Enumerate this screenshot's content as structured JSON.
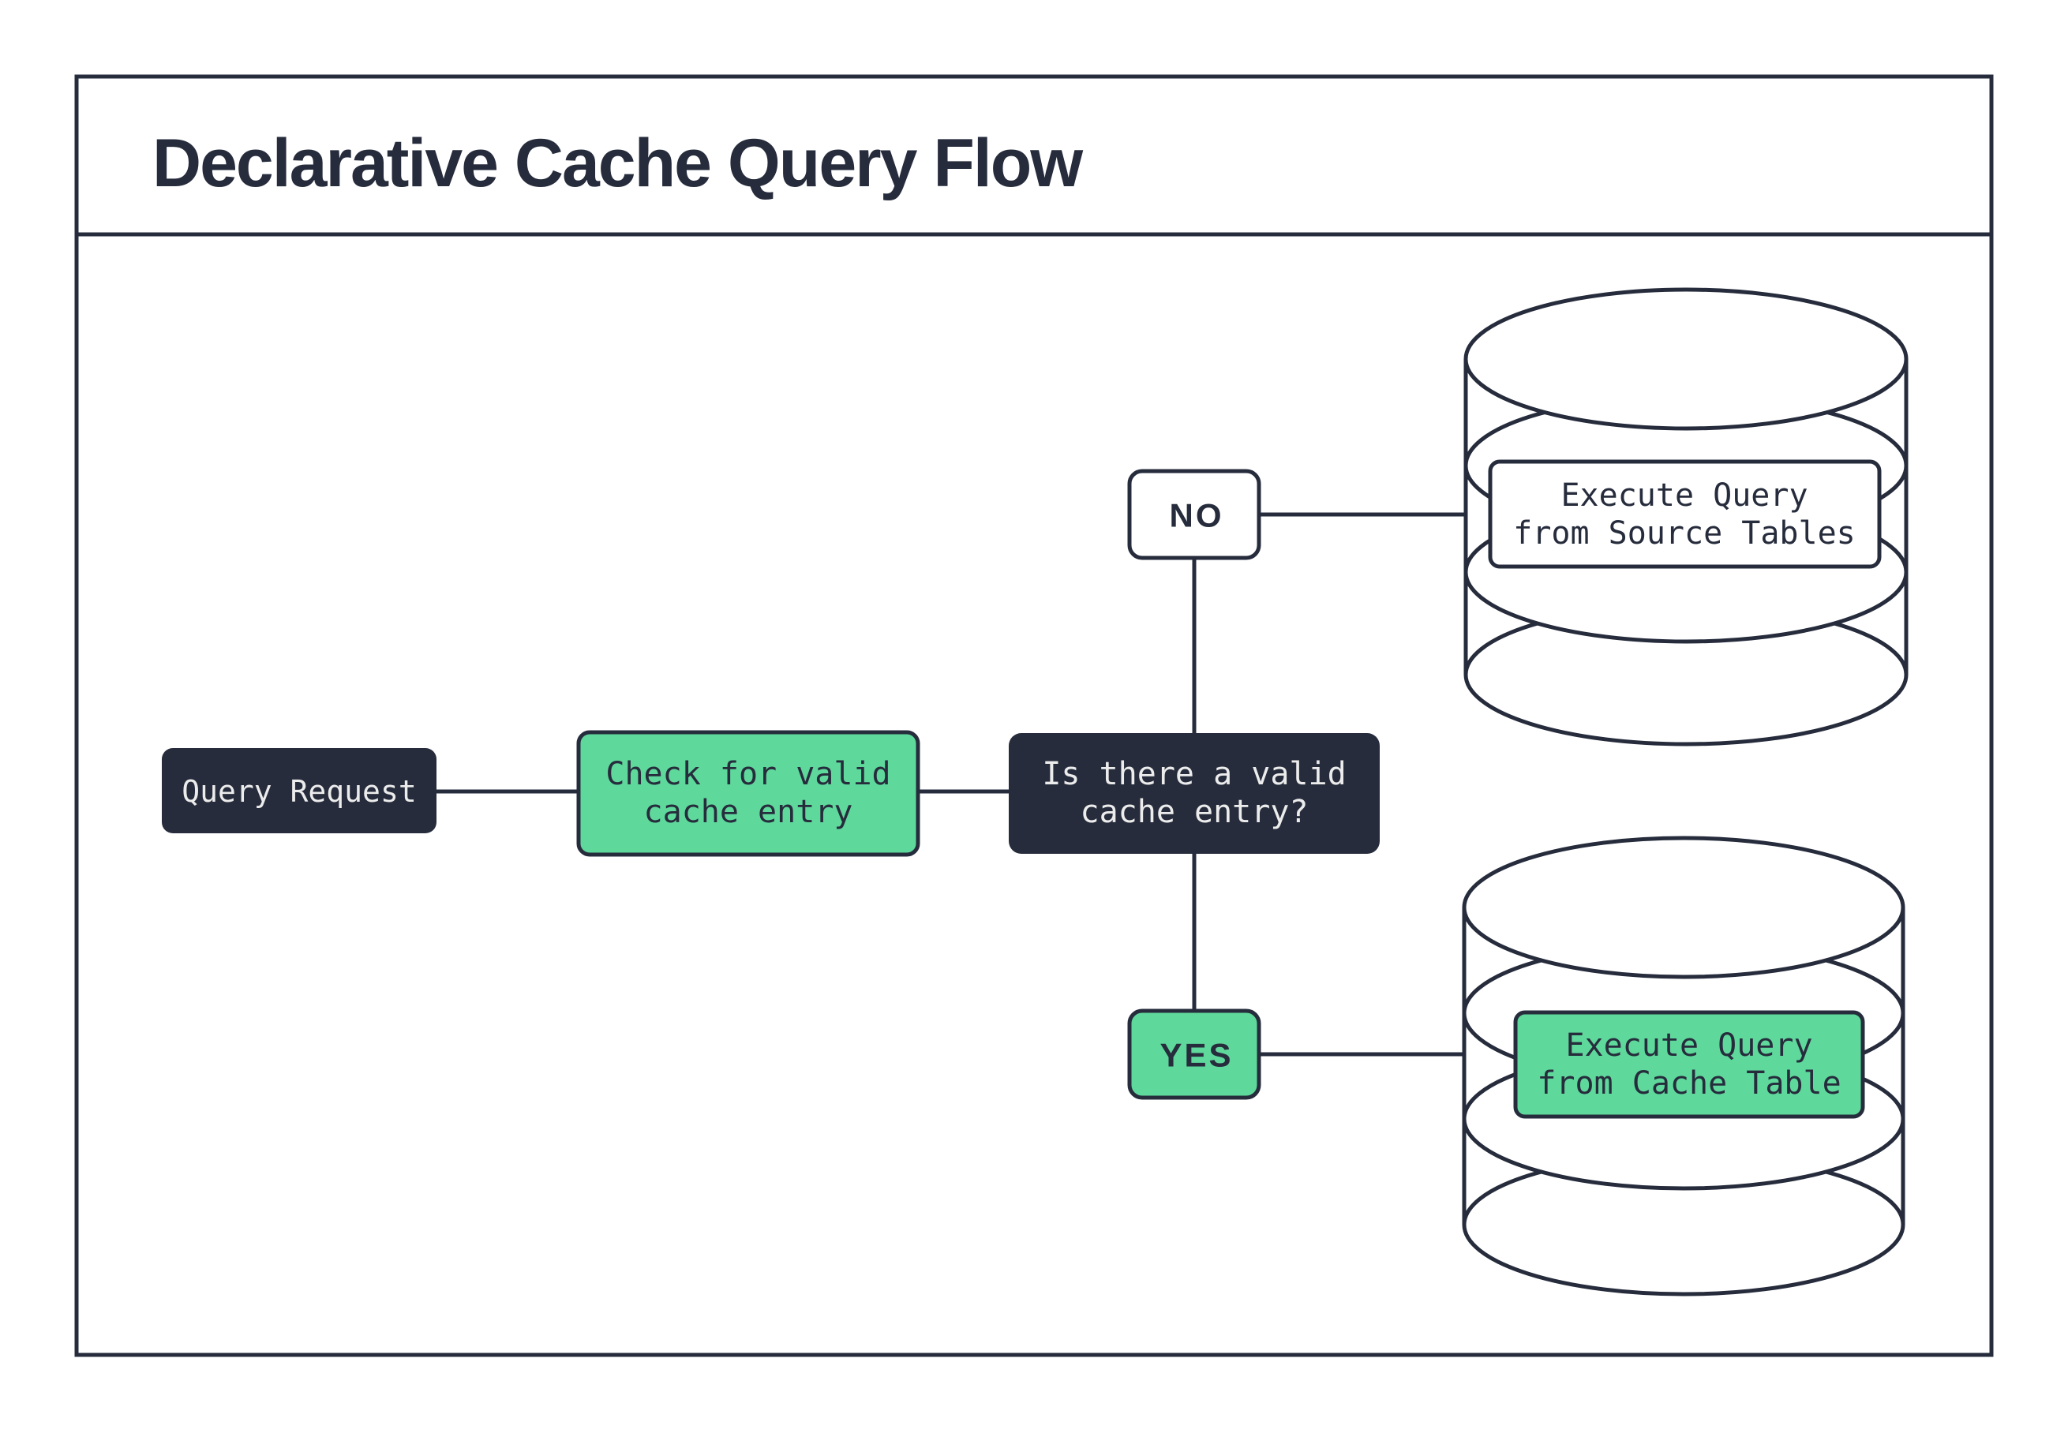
{
  "title": "Declarative Cache Query Flow",
  "colors": {
    "ink": "#262c3c",
    "accent_green": "#5fd89c",
    "paper": "#ffffff",
    "light_text": "#ececec"
  },
  "flow": {
    "query_request": {
      "label": "Query Request"
    },
    "check_cache": {
      "line1": "Check for valid",
      "line2": "cache entry"
    },
    "decision": {
      "line1": "Is there a valid",
      "line2": "cache entry?"
    },
    "branch_no": {
      "label": "NO"
    },
    "branch_yes": {
      "label": "YES"
    },
    "source_db": {
      "line1": "Execute Query",
      "line2": "from Source Tables"
    },
    "cache_db": {
      "line1": "Execute Query",
      "line2": "from Cache Table"
    }
  }
}
